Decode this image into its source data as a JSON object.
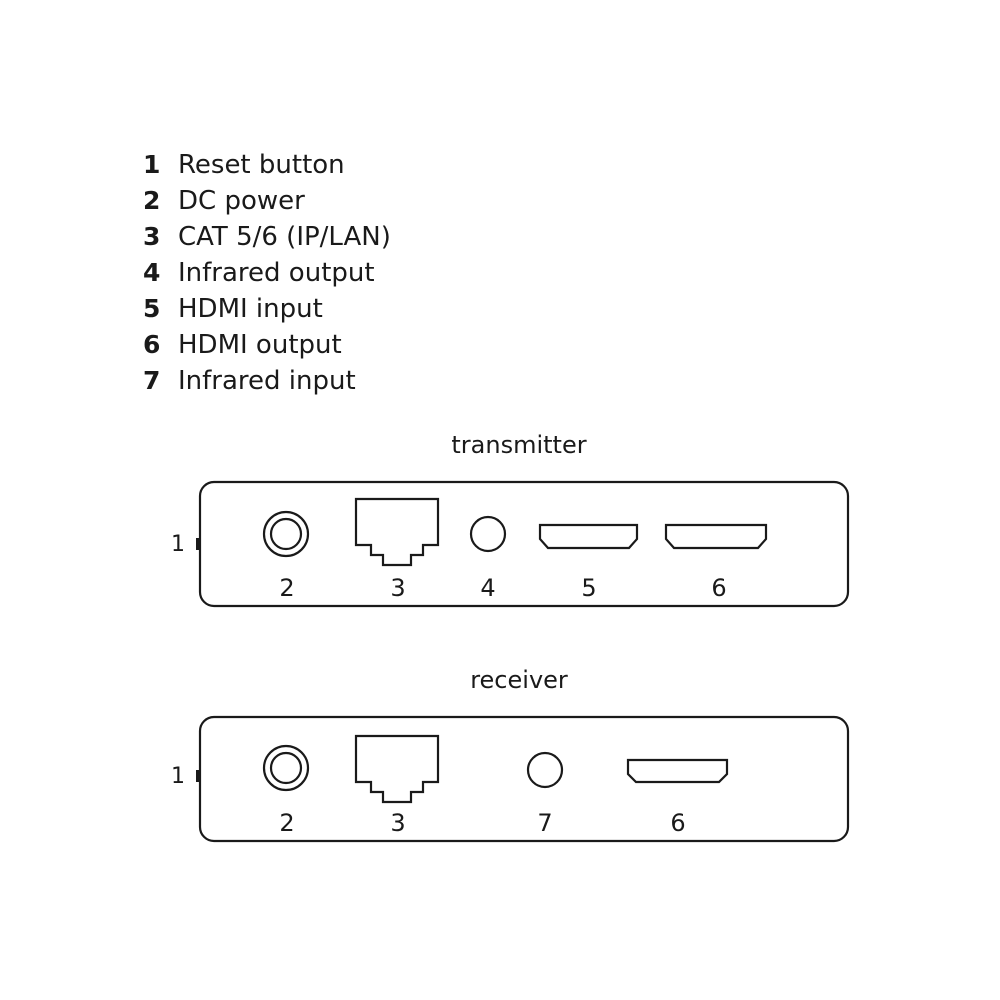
{
  "legend": [
    {
      "number": "1",
      "label": "Reset button"
    },
    {
      "number": "2",
      "label": "DC power"
    },
    {
      "number": "3",
      "label": "CAT 5/6 (IP/LAN)"
    },
    {
      "number": "4",
      "label": "Infrared output"
    },
    {
      "number": "5",
      "label": "HDMI input"
    },
    {
      "number": "6",
      "label": "HDMI output"
    },
    {
      "number": "7",
      "label": "Infrared input"
    }
  ],
  "transmitter": {
    "title": "transmitter",
    "reset_label": "1",
    "port_labels": [
      "2",
      "3",
      "4",
      "5",
      "6"
    ]
  },
  "receiver": {
    "title": "receiver",
    "reset_label": "1",
    "port_labels": [
      "2",
      "3",
      "7",
      "6"
    ]
  }
}
